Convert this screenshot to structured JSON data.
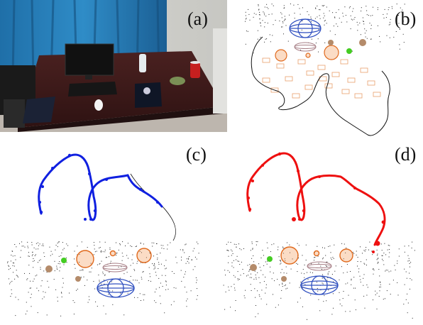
{
  "panels": [
    {
      "id": "a",
      "label": "(a)"
    },
    {
      "id": "b",
      "label": "(b)"
    },
    {
      "id": "c",
      "label": "(c)"
    },
    {
      "id": "d",
      "label": "(d)"
    }
  ],
  "colors": {
    "blue_ellipsoid": "#3050c0",
    "pink_ellipsoid": "#a77f86",
    "orange_ellipsoid": "#e06a1e",
    "brown_blob": "#b48b6a",
    "green_blob": "#44cc22",
    "trajectory_black": "#111111",
    "trajectory_blue": "#1020e0",
    "trajectory_red": "#ee1010",
    "point_cloud": "#222222",
    "box_orange": "#e9a06b"
  }
}
